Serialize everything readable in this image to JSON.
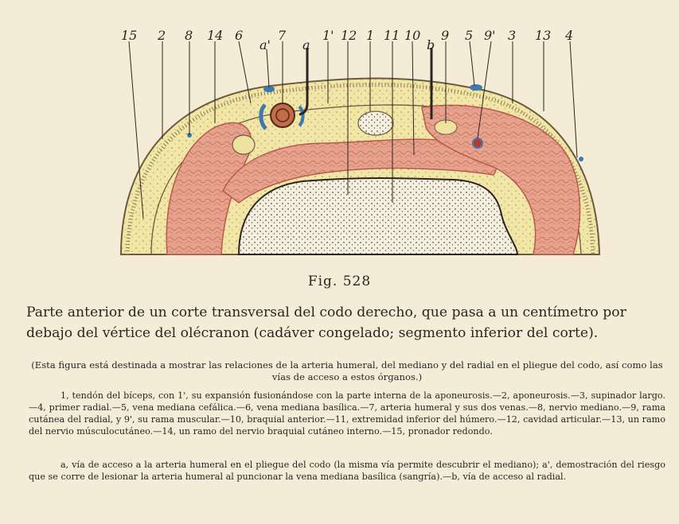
{
  "figure": {
    "number_label": "Fig. 528",
    "callouts": {
      "c15": "15",
      "c2": "2",
      "c8": "8",
      "c14": "14",
      "c6": "6",
      "ca1": "a'",
      "c7": "7",
      "ca": "a",
      "c1p": "1'",
      "c12": "12",
      "c1": "1",
      "c11": "11",
      "c10": "10",
      "cb": "b",
      "c9": "9",
      "c5": "5",
      "c9p": "9'",
      "c3": "3",
      "c13": "13",
      "c4": "4"
    },
    "colors": {
      "paper": "#f4ecd6",
      "fat": "#f2e6a6",
      "muscle": "#e7a28e",
      "muscle_edge": "#b65a4d",
      "bone": "#f4efdf",
      "vein": "#3f77b0",
      "artery": "#b33a2a"
    }
  },
  "caption": {
    "title": "Parte anterior de un corte transversal del codo derecho, que pasa a un centímetro por debajo del vértice del olécranon (cadáver congelado; segmento inferior del corte).",
    "subtitle": "(Esta figura está destinada a mostrar las relaciones de la arteria humeral, del mediano y del radial en el pliegue del codo, así como las vías de acceso a estos órganos.)",
    "legend": "1, tendón del bíceps, con 1', su expansión fusionándose con la parte interna de la aponeurosis.—2, aponeurosis.—3, supinador largo.—4, primer radial.—5, vena mediana cefálica.—6, vena mediana basílica.—7, arteria humeral y sus dos venas.—8, nervio mediano.—9, rama cutánea del radial, y 9', su rama muscular.—10, braquial anterior.—11, extremidad inferior del húmero.—12, cavidad articular.—13, un ramo del nervio músculocutáneo.—14, un ramo del nervio braquial cutáneo interno.—15, pronador redondo.",
    "access": "a, vía de acceso a la arteria humeral en el pliegue del codo (la misma vía permite descubrir el mediano); a', demostración del riesgo que se corre de lesionar la arteria humeral al puncionar la vena mediana basílica (sangría).—b, vía de acceso al radial."
  }
}
